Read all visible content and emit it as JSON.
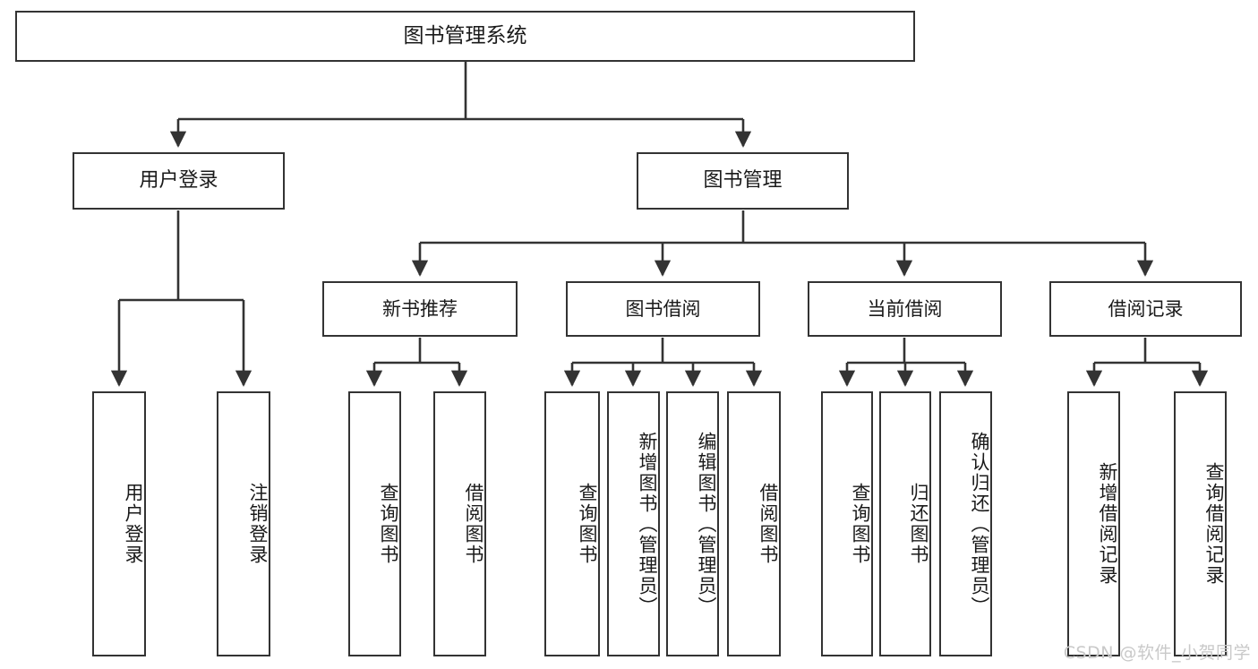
{
  "diagram": {
    "title": "图书管理系统",
    "type": "functional-structure-tree",
    "watermark": "CSDN @软件_小贺同学",
    "colors": {
      "box_border": "#333333",
      "box_fill": "#ffffff",
      "connector": "#333333",
      "text": "#1a1a1a",
      "watermark": "#c9c9c9"
    },
    "nodes": {
      "root": {
        "label": "图书管理系统"
      },
      "level1": [
        {
          "id": "user-login",
          "label": "用户登录"
        },
        {
          "id": "book-management",
          "label": "图书管理"
        }
      ],
      "level2": [
        {
          "id": "new-book-recommend",
          "label": "新书推荐"
        },
        {
          "id": "book-borrow",
          "label": "图书借阅"
        },
        {
          "id": "current-borrow",
          "label": "当前借阅"
        },
        {
          "id": "borrow-record",
          "label": "借阅记录"
        }
      ],
      "leaves": {
        "user-login": [
          {
            "id": "leaf-user-login",
            "label": "用户登录"
          },
          {
            "id": "leaf-logout-login",
            "label": "注销登录"
          }
        ],
        "new-book-recommend": [
          {
            "id": "leaf-query-book-1",
            "label": "查询图书"
          },
          {
            "id": "leaf-borrow-book-1",
            "label": "借阅图书"
          }
        ],
        "book-borrow": [
          {
            "id": "leaf-query-book-2",
            "label": "查询图书"
          },
          {
            "id": "leaf-add-book",
            "label": "新增图书（管理员）"
          },
          {
            "id": "leaf-edit-book",
            "label": "编辑图书（管理员）"
          },
          {
            "id": "leaf-borrow-book-2",
            "label": "借阅图书"
          }
        ],
        "current-borrow": [
          {
            "id": "leaf-query-book-3",
            "label": "查询图书"
          },
          {
            "id": "leaf-return-book",
            "label": "归还图书"
          },
          {
            "id": "leaf-confirm-return",
            "label": "确认归还（管理员）"
          }
        ],
        "borrow-record": [
          {
            "id": "leaf-add-record",
            "label": "新增借阅记录"
          },
          {
            "id": "leaf-query-record",
            "label": "查询借阅记录"
          }
        ]
      }
    }
  }
}
